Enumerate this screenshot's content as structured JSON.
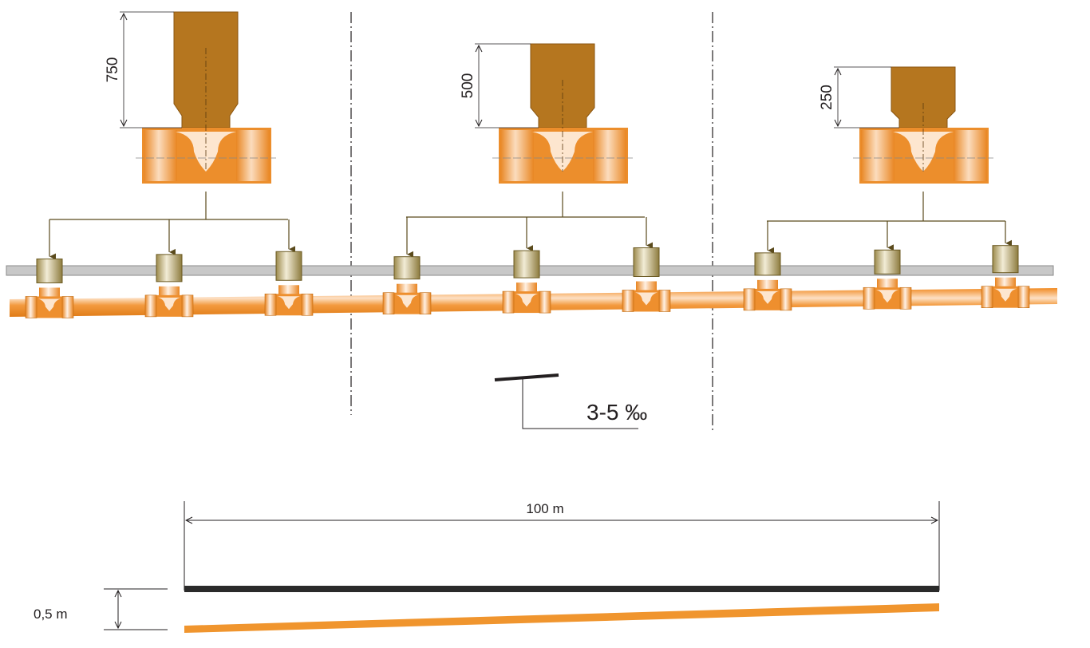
{
  "risers": [
    {
      "height_label": "750",
      "height_mm": 750
    },
    {
      "height_label": "500",
      "height_mm": 500
    },
    {
      "height_label": "250",
      "height_mm": 250
    }
  ],
  "slope": {
    "label": "3-5 ‰"
  },
  "length": {
    "label": "100 m"
  },
  "depth": {
    "label": "0,5 m"
  },
  "colors": {
    "pipe": "#f0952e",
    "riser": "#b5761f",
    "cap": "#b5a46a",
    "rail": "#c8c8c8",
    "line": "#5a4a1c"
  }
}
